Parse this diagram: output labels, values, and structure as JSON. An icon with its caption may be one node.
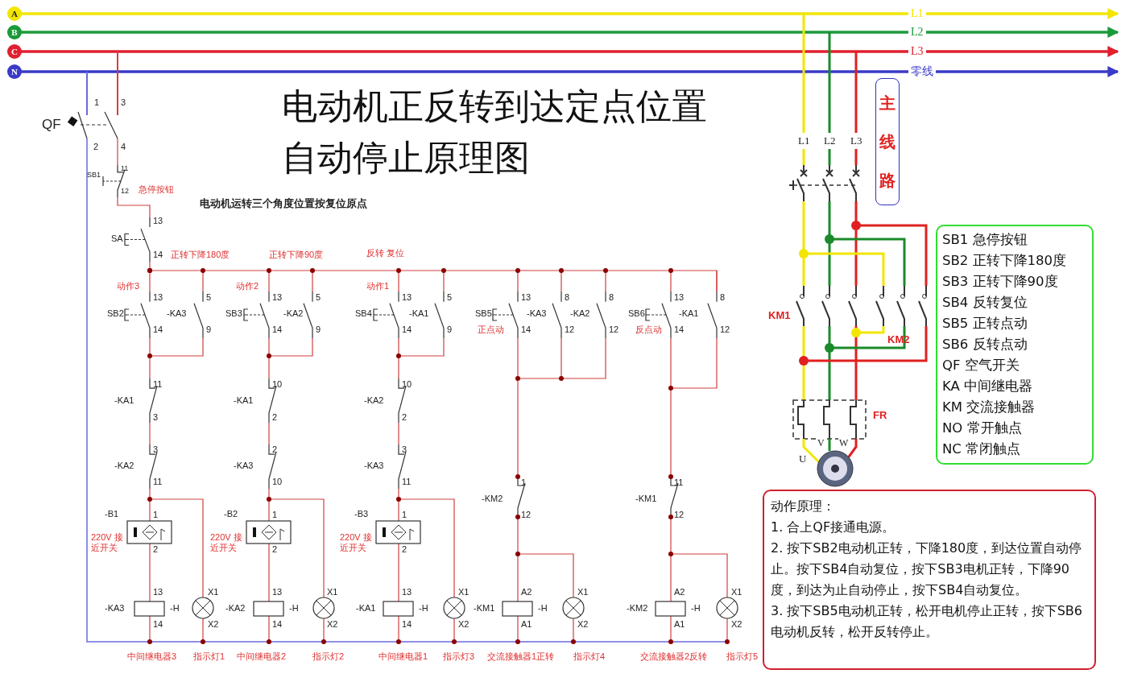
{
  "diagram": {
    "title": "电动机正反转到达定点位置自动停止原理图",
    "nodes": [
      {
        "text": [
          "A"
        ]
      },
      {
        "text": [
          "B"
        ]
      },
      {
        "text": [
          "C"
        ]
      },
      {
        "text": [
          "N"
        ]
      },
      {
        "text": [
          "主线路"
        ]
      },
      {
        "text": [
          "SB1 急停按钮",
          "SB2 正转下降180度",
          "SB3 正转下降90度",
          "SB4 反转复位",
          "SB5 正转点动",
          "SB6 反转点动",
          "QF 空气开关",
          "KA 中间继电器",
          "KM 交流接触器",
          "NO 常开触点",
          "NC 常闭触点"
        ]
      },
      {
        "text": [
          "动作原理：",
          "1. 合上QF接通电源。",
          "2. 按下SB2电动机正转，下降180度，到达位置自动停止。按下SB4自动复位，按下SB3电机正转，下降90度，到达为止自动停止，按下SB4自动复位。",
          "3. 按下SB5电动机正转，松开电机停止正转，按下SB6电动机反转，松开反转停止。"
        ]
      }
    ],
    "edges": [
      {
        "from": 0,
        "to": null,
        "arrow": "to",
        "label": "L1",
        "color": "#f2e600"
      },
      {
        "from": 1,
        "to": null,
        "arrow": "to",
        "label": "L2",
        "color": "#1b9a3a"
      },
      {
        "from": 2,
        "to": null,
        "arrow": "to",
        "label": "L3",
        "color": "#e02030"
      },
      {
        "from": 3,
        "to": null,
        "arrow": "to",
        "label": "零线",
        "color": "#3a3ac8"
      }
    ],
    "labels": [
      "1",
      "3",
      "QF",
      "2",
      "4",
      "SB1",
      "11",
      "12",
      "急停按钮",
      "电动机运转三个角度位置按复位原点",
      "13",
      "SA",
      "14",
      "正转下降180度",
      "正转下降90度",
      "反转 复位",
      "动作3",
      "13",
      "5",
      "动作2",
      "13",
      "5",
      "动作1",
      "13",
      "5",
      "13",
      "8",
      "8",
      "13",
      "8",
      "SB2",
      "-KA3",
      "SB3",
      "-KA2",
      "SB4",
      "-KA1",
      "SB5",
      "-KA3",
      "-KA2",
      "SB6",
      "-KA1",
      "14",
      "9",
      "14",
      "9",
      "14",
      "9",
      "正点动",
      "14",
      "12",
      "12",
      "反点动",
      "14",
      "12",
      "11",
      "-KA1",
      "3",
      "10",
      "-KA1",
      "2",
      "10",
      "-KA2",
      "2",
      "3",
      "-KA2",
      "11",
      "2",
      "-KA3",
      "10",
      "3",
      "-KA3",
      "11",
      "1",
      "11",
      "-KM2",
      "-KM1",
      "-B1",
      "1",
      "-B2",
      "1",
      "-B3",
      "1",
      "12",
      "12",
      "220V 接近开关",
      "2",
      "220V 接近开关",
      "2",
      "220V 接近开关",
      "2",
      "13",
      "X1",
      "13",
      "X1",
      "13",
      "X1",
      "A2",
      "X1",
      "A2",
      "X1",
      "-KA3",
      "-H",
      "-KA2",
      "-H",
      "-KA1",
      "-H",
      "-KM1",
      "-H",
      "-KM2",
      "-H",
      "14",
      "X2",
      "14",
      "X2",
      "14",
      "X2",
      "A1",
      "X2",
      "A1",
      "X2",
      "中间继电器3",
      "指示灯1",
      "中间继电器2",
      "指示灯2",
      "中间继电器1",
      "指示灯3",
      "交流接触器1正转",
      "指示灯4",
      "交流接触器2反转",
      "指示灯5",
      "L1",
      "L2",
      "L3",
      "KM1",
      "KM2",
      "FR",
      "U",
      "V",
      "W"
    ]
  }
}
